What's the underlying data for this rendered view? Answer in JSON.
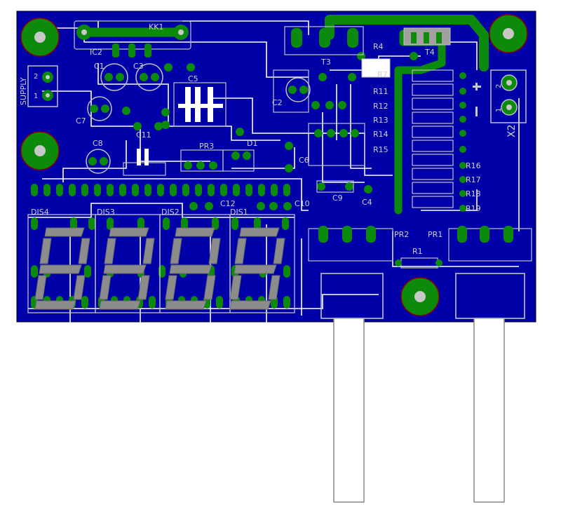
{
  "board": {
    "background_color": "#0000a8",
    "copper_color": "#0b8a0b",
    "silk_color": "#d0d0d0",
    "trace_color": "#ffffff"
  },
  "labels": {
    "supply": "SUPPLY",
    "supply_pin2": "2",
    "supply_pin1": "1",
    "ic2": "IC2",
    "kk1": "KK1",
    "c1": "C1",
    "c3": "C3",
    "c5": "C5",
    "c7": "C7",
    "c8": "C8",
    "c11": "C11",
    "c2": "C2",
    "c6": "C6",
    "c9": "C9",
    "c4": "C4",
    "c10": "C10",
    "c12": "C12",
    "d1": "D1",
    "pr3": "PR3",
    "dis4": "DIS4",
    "dis3": "DIS3",
    "dis2": "DIS2",
    "dis1": "DIS1",
    "r4": "R4",
    "r7": "R7",
    "t3": "T3",
    "t4": "T4",
    "r11": "R11",
    "r12": "R12",
    "r13": "R13",
    "r14": "R14",
    "r15": "R15",
    "r16": "R16",
    "r17": "R17",
    "r18": "R18",
    "r19": "R19",
    "pr2": "PR2",
    "pr1": "PR1",
    "r1": "R1",
    "x2": "X2",
    "x2_pin2": "2",
    "x2_pin1": "1",
    "digits": "8888"
  }
}
